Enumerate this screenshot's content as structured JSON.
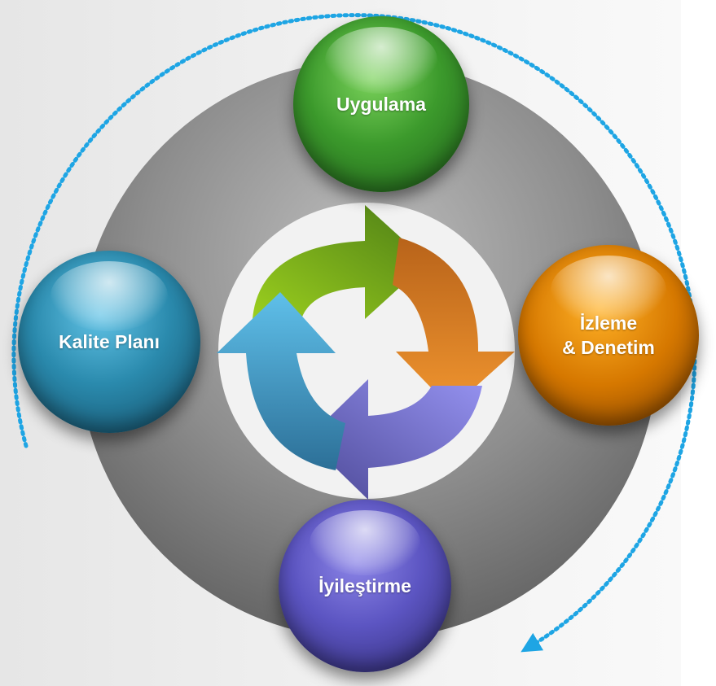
{
  "diagram": {
    "type": "cycle",
    "nodes": [
      {
        "id": "plan",
        "label": "Kalite Planı",
        "color": "#2a8aad"
      },
      {
        "id": "do",
        "label": "Uygulama",
        "color": "#3c9a2c"
      },
      {
        "id": "check",
        "label_line1": "İzleme",
        "label_line2": "& Denetim",
        "color": "#d67800"
      },
      {
        "id": "act",
        "label": "İyileştirme",
        "color": "#5c55c2"
      }
    ],
    "cycle_arrow_colors": [
      "#8bc12a",
      "#e88a2a",
      "#8a86e6",
      "#4fa6d6"
    ],
    "outer_dotted_arc_color": "#1ea5e4",
    "big_ring_color": "#8c8c8c"
  }
}
